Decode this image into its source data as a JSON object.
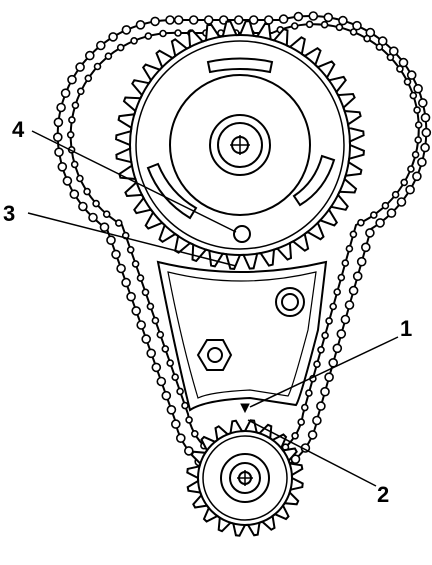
{
  "diagram": {
    "callouts": [
      {
        "id": "callout-1",
        "label": "1"
      },
      {
        "id": "callout-2",
        "label": "2"
      },
      {
        "id": "callout-3",
        "label": "3"
      },
      {
        "id": "callout-4",
        "label": "4"
      }
    ],
    "colors": {
      "line": "#000000",
      "background": "#ffffff"
    }
  }
}
